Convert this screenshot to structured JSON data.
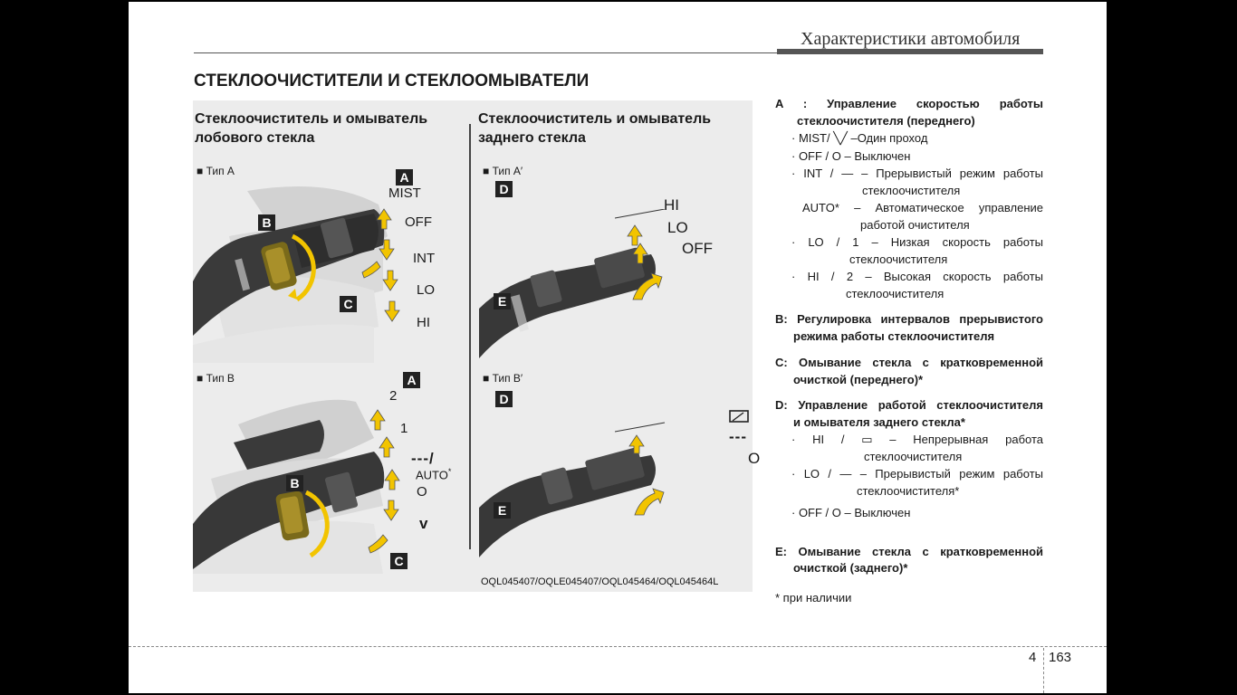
{
  "header": {
    "title": "Характеристики автомобиля"
  },
  "section": {
    "title": "СТЕКЛООЧИСТИТЕЛИ И СТЕКЛООМЫВАТЕЛИ"
  },
  "figure": {
    "left_heading": "Стеклоочиститель и омыватель лобового стекла",
    "right_heading": "Стеклоочиститель и омыватель заднего стекла",
    "type_a": "■ Тип A",
    "type_b": "■ Тип B",
    "type_a_prime": "■ Тип A′",
    "type_b_prime": "■ Тип B′",
    "code": "OQL045407/OQLE045407/OQL045464/OQL045464L",
    "labels": {
      "mist": "MIST",
      "off": "OFF",
      "int": "INT",
      "lo": "LO",
      "hi": "HI",
      "two": "2",
      "one": "1",
      "dashes": "---/",
      "auto": "AUTO",
      "auto_star": "*",
      "o": "O",
      "v": "v",
      "r_hi": "HI",
      "r_lo": "LO",
      "r_off": "OFF",
      "r_dash": "---",
      "r_o": "O",
      "tag_a": "A",
      "tag_b": "B",
      "tag_c": "C",
      "tag_d": "D",
      "tag_e": "E"
    }
  },
  "descriptions": {
    "a_head": "A : Управление скоростью работы",
    "a_head2": "стеклоочистителя (переднего)",
    "a_items": [
      {
        "line1": "· MIST/ ╲╱ –Один проход",
        "line2": ""
      },
      {
        "line1": "· OFF / O – Выключен",
        "line2": ""
      },
      {
        "line1": "· INT / — – Прерывистый режим работы",
        "line2": "стеклоочистителя"
      },
      {
        "line1": "AUTO* – Автоматическое управление",
        "line2": "работой очистителя"
      },
      {
        "line1": "· LO / 1 – Низкая скорость работы",
        "line2": "стеклоочистителя"
      },
      {
        "line1": "· HI / 2 – Высокая скорость работы",
        "line2": "стеклоочистителя"
      }
    ],
    "b": {
      "line1": "B: Регулировка интервалов прерывистого",
      "line2": "режима работы стеклоочистителя"
    },
    "c": {
      "line1": "C: Омывание стекла с кратковременной",
      "line2": "очисткой (переднего)*"
    },
    "d": {
      "line1": "D: Управление работой стеклоочистителя",
      "line2": "и омывателя заднего стекла*"
    },
    "d_items": [
      {
        "line1": "· HI / ▭ – Непрерывная работа",
        "line2": "стеклоочистителя"
      },
      {
        "line1": "· LO / — – Прерывистый режим работы",
        "line2": "стеклоочистителя*"
      },
      {
        "line1": "· OFF / O – Выключен",
        "line2": ""
      }
    ],
    "e": {
      "line1": "E: Омывание стекла с кратковременной",
      "line2": "очисткой (заднего)*"
    },
    "note": "* при наличии"
  },
  "footer": {
    "chapter": "4",
    "page": "163"
  }
}
